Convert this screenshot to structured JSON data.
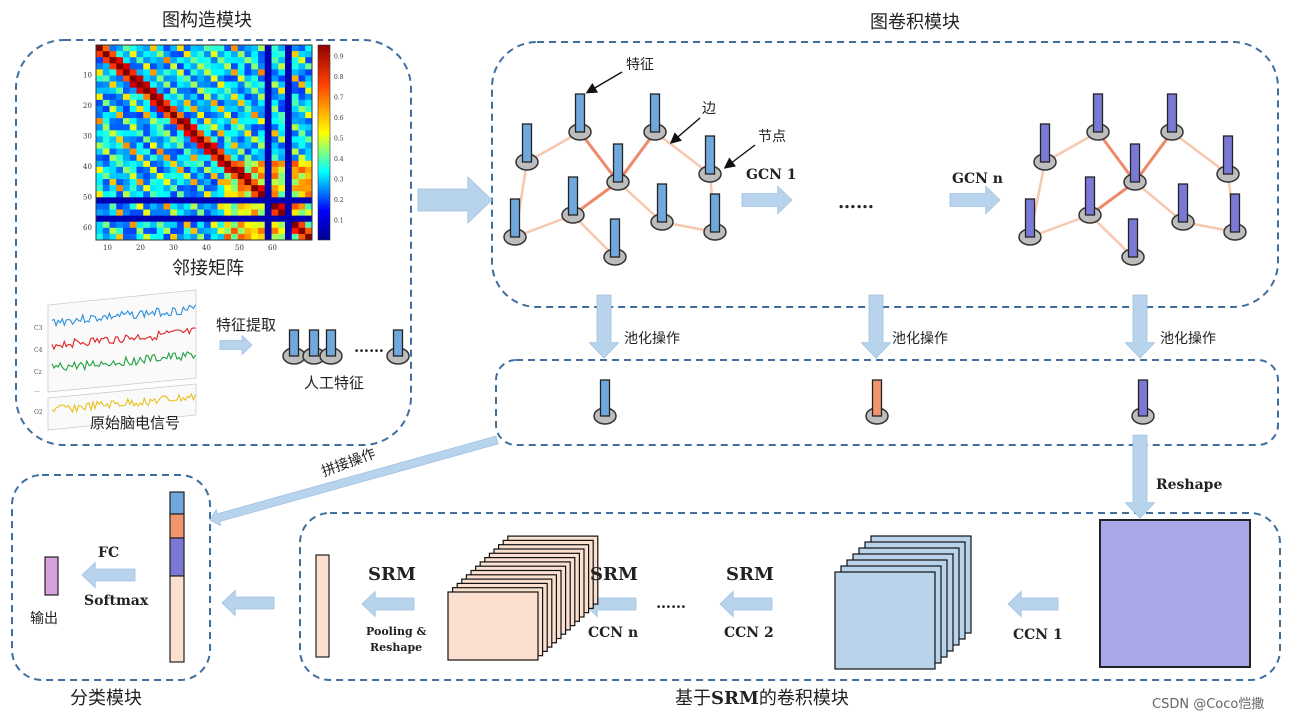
{
  "sections": {
    "graph_construction": "图构造模块",
    "graph_convolution": "图卷积模块",
    "classification": "分类模块",
    "srm_convolution_prefix": "基于",
    "srm_convolution_bold": "SRM",
    "srm_convolution_suffix": "的卷积模块"
  },
  "graph_construction": {
    "adjacency_label": "邻接矩阵",
    "feature_extract_label": "特征提取",
    "manual_features_label": "人工特征",
    "raw_eeg_label": "原始脑电信号",
    "dots": "……",
    "colorbar_ticks": [
      "0.9",
      "0.8",
      "0.7",
      "0.6",
      "0.5",
      "0.4",
      "0.3",
      "0.2",
      "0.1"
    ],
    "matrix_x_ticks": [
      "10",
      "20",
      "30",
      "40",
      "50",
      "60"
    ],
    "matrix_y_ticks": [
      "10",
      "20",
      "30",
      "40",
      "50",
      "60"
    ],
    "eeg_channel_labels": [
      "C3",
      "C4",
      "Cz",
      "…",
      "O2"
    ]
  },
  "graph_convolution": {
    "feature_label": "特征",
    "edge_label": "边",
    "node_label": "节点",
    "gcn1_label": "GCN 1",
    "gcnn_label": "GCN n",
    "dots": "……"
  },
  "pooling": {
    "pool1": "池化操作",
    "pool2": "池化操作",
    "pool3": "池化操作",
    "concat_label": "拼接操作",
    "reshape_label": "Reshape"
  },
  "srm_module": {
    "ccn1_label": "CCN 1",
    "srm_label_a": "SRM",
    "ccn2_label": "CCN 2",
    "srm_label_b": "SRM",
    "ccnn_label": "CCN n",
    "dots": "……",
    "srm_label_c": "SRM",
    "pooling_reshape_line1": "Pooling &",
    "pooling_reshape_line2": "Reshape"
  },
  "classification": {
    "fc_label": "FC",
    "softmax_label": "Softmax",
    "output_label": "输出"
  },
  "watermark": "CSDN @Coco恺撒",
  "colors": {
    "dashed_border": "#3f6f9f",
    "arrow_fill": "#b8d3ec",
    "node_blue": "#6fa8dc",
    "node_purple": "#7b79d6",
    "node_orange": "#f0956e",
    "reshape_square": "#a8a8e8",
    "ccn_block": "#b9d3ea",
    "srm_block": "#fbe0d0",
    "output_bar": "#d8a0dc"
  }
}
